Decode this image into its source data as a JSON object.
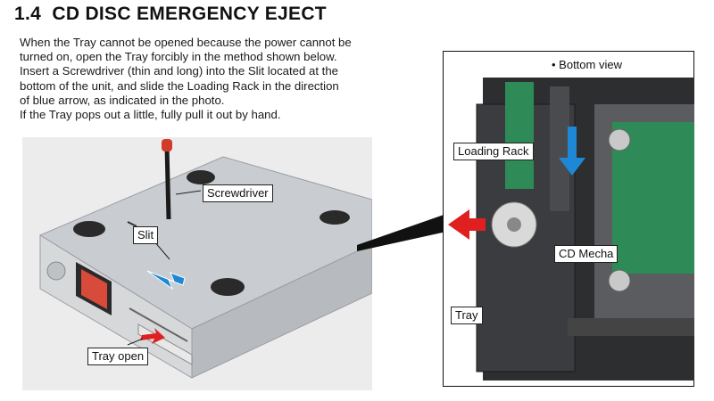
{
  "section": {
    "number": "1.4",
    "title": "CD DISC EMERGENCY EJECT"
  },
  "instructions": {
    "lines": [
      "When the Tray cannot be opened because the power cannot be",
      "turned on, open the Tray forcibly in the method shown below.",
      "Insert a Screwdriver (thin and long) into the Slit located at the",
      "bottom of the unit, and slide the Loading Rack in the direction",
      "of blue arrow, as indicated in the photo.",
      "If the Tray pops out a little, fully pull it out by hand."
    ]
  },
  "left_photo": {
    "labels": {
      "screwdriver": "Screwdriver",
      "slit": "Slit",
      "tray_open": "Tray open"
    }
  },
  "right_photo": {
    "labels": {
      "bottom_view": "• Bottom view",
      "loading_rack": "Loading Rack",
      "cd_mecha": "CD Mecha",
      "tray": "Tray"
    }
  },
  "colors": {
    "blue_arrow": "#1e88d6",
    "red_arrow": "#e02020"
  }
}
